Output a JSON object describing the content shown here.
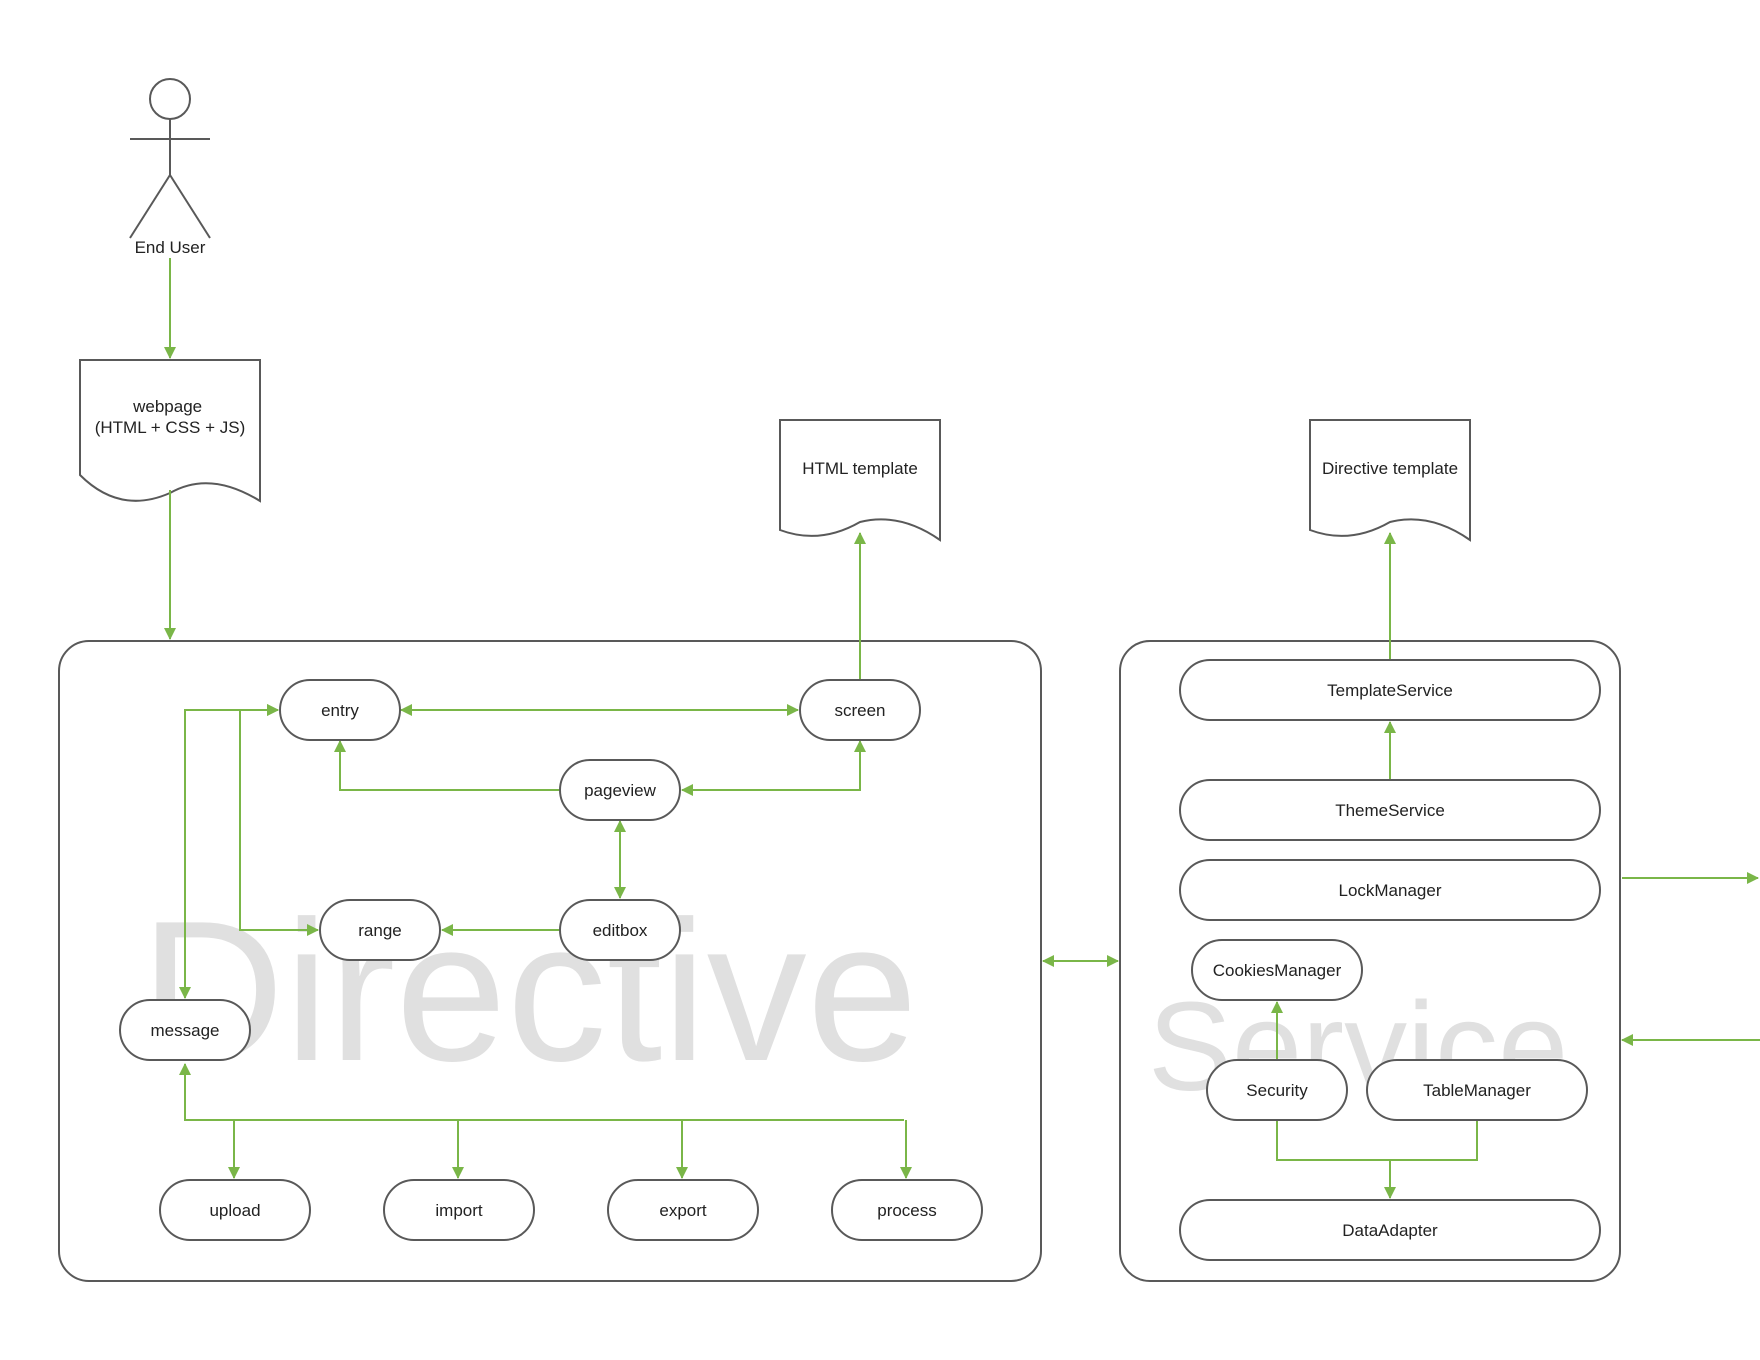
{
  "colors": {
    "edge": "#7ab648",
    "stroke": "#595959",
    "watermark": "#e0e0e0",
    "text": "#222222"
  },
  "actor": {
    "label": "End User"
  },
  "documents": {
    "webpage": [
      "webpage",
      "(HTML + CSS + JS)"
    ],
    "html_template": "HTML template",
    "directive_template": "Directive template"
  },
  "directive": {
    "watermark": "Directive",
    "nodes": {
      "entry": "entry",
      "screen": "screen",
      "pageview": "pageview",
      "range": "range",
      "editbox": "editbox",
      "message": "message",
      "upload": "upload",
      "import": "import",
      "export": "export",
      "process": "process"
    }
  },
  "service": {
    "watermark": "Service",
    "nodes": {
      "template_service": "TemplateService",
      "theme_service": "ThemeService",
      "lock_manager": "LockManager",
      "cookies_manager": "CookiesManager",
      "security": "Security",
      "table_manager": "TableManager",
      "data_adapter": "DataAdapter"
    }
  }
}
